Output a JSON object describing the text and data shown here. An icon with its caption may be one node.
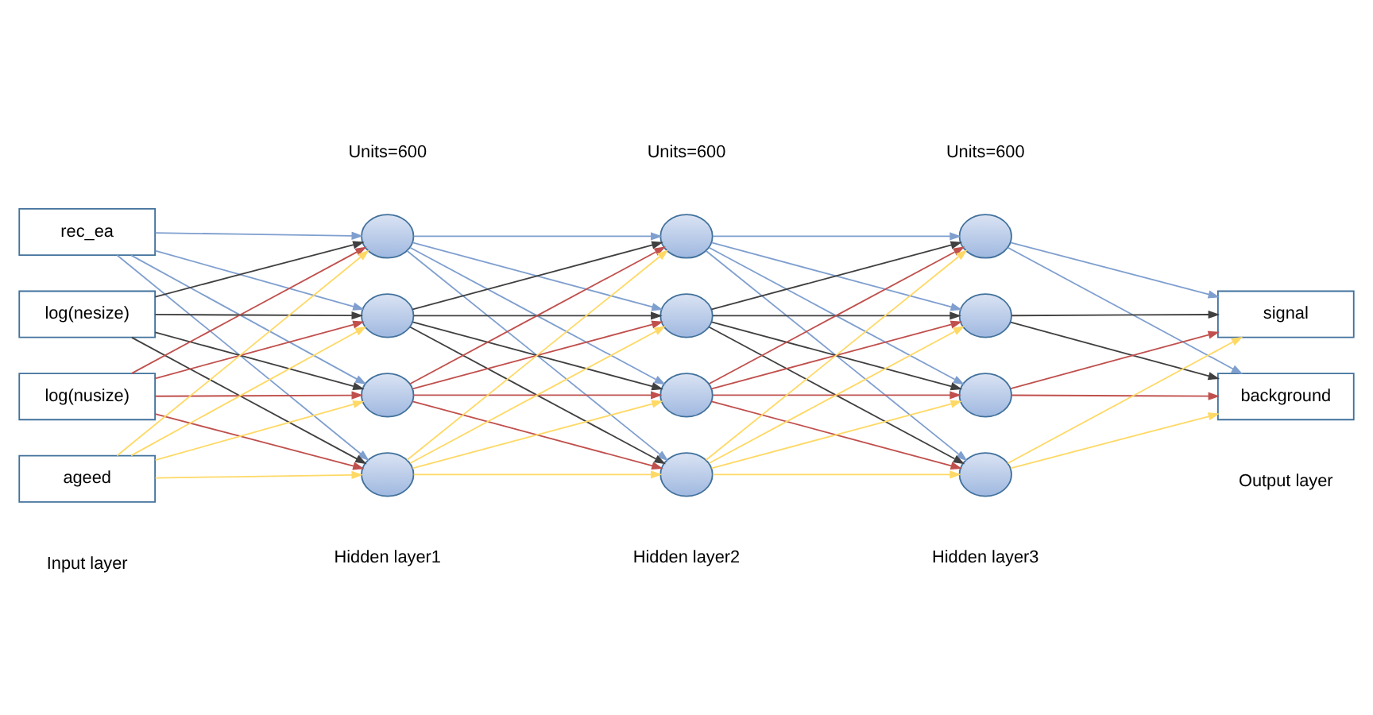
{
  "diagram": {
    "nodes": [
      {
        "text": [
          "rec_ea"
        ]
      },
      {
        "text": [
          "log(nesize)"
        ]
      },
      {
        "text": [
          "log(nusize)"
        ]
      },
      {
        "text": [
          "ageed"
        ]
      },
      {
        "text": [],
        "shape": "circle"
      },
      {
        "text": [],
        "shape": "circle"
      },
      {
        "text": [],
        "shape": "circle"
      },
      {
        "text": [],
        "shape": "circle"
      },
      {
        "text": [],
        "shape": "circle"
      },
      {
        "text": [],
        "shape": "circle"
      },
      {
        "text": [],
        "shape": "circle"
      },
      {
        "text": [],
        "shape": "circle"
      },
      {
        "text": [],
        "shape": "circle"
      },
      {
        "text": [],
        "shape": "circle"
      },
      {
        "text": [],
        "shape": "circle"
      },
      {
        "text": [],
        "shape": "circle"
      },
      {
        "text": [
          "signal"
        ]
      },
      {
        "text": [
          "background"
        ]
      }
    ],
    "edges": [
      {
        "from": 0,
        "to": 4,
        "arrow": "to",
        "color": "#7f9fcf"
      },
      {
        "from": 0,
        "to": 5,
        "arrow": "to",
        "color": "#7f9fcf"
      },
      {
        "from": 0,
        "to": 6,
        "arrow": "to",
        "color": "#7f9fcf"
      },
      {
        "from": 0,
        "to": 7,
        "arrow": "to",
        "color": "#7f9fcf"
      },
      {
        "from": 1,
        "to": 4,
        "arrow": "to",
        "color": "#404040"
      },
      {
        "from": 1,
        "to": 5,
        "arrow": "to",
        "color": "#404040"
      },
      {
        "from": 1,
        "to": 6,
        "arrow": "to",
        "color": "#404040"
      },
      {
        "from": 1,
        "to": 7,
        "arrow": "to",
        "color": "#404040"
      },
      {
        "from": 2,
        "to": 4,
        "arrow": "to",
        "color": "#c0504d"
      },
      {
        "from": 2,
        "to": 5,
        "arrow": "to",
        "color": "#c0504d"
      },
      {
        "from": 2,
        "to": 6,
        "arrow": "to",
        "color": "#c0504d"
      },
      {
        "from": 2,
        "to": 7,
        "arrow": "to",
        "color": "#c0504d"
      },
      {
        "from": 3,
        "to": 4,
        "arrow": "to",
        "color": "#ffd966"
      },
      {
        "from": 3,
        "to": 5,
        "arrow": "to",
        "color": "#ffd966"
      },
      {
        "from": 3,
        "to": 6,
        "arrow": "to",
        "color": "#ffd966"
      },
      {
        "from": 3,
        "to": 7,
        "arrow": "to",
        "color": "#ffd966"
      },
      {
        "from": 4,
        "to": 8,
        "arrow": "to",
        "color": "#7f9fcf"
      },
      {
        "from": 4,
        "to": 9,
        "arrow": "to",
        "color": "#7f9fcf"
      },
      {
        "from": 4,
        "to": 10,
        "arrow": "to",
        "color": "#7f9fcf"
      },
      {
        "from": 4,
        "to": 11,
        "arrow": "to",
        "color": "#7f9fcf"
      },
      {
        "from": 5,
        "to": 8,
        "arrow": "to",
        "color": "#404040"
      },
      {
        "from": 5,
        "to": 9,
        "arrow": "to",
        "color": "#404040"
      },
      {
        "from": 5,
        "to": 10,
        "arrow": "to",
        "color": "#404040"
      },
      {
        "from": 5,
        "to": 11,
        "arrow": "to",
        "color": "#404040"
      },
      {
        "from": 6,
        "to": 8,
        "arrow": "to",
        "color": "#c0504d"
      },
      {
        "from": 6,
        "to": 9,
        "arrow": "to",
        "color": "#c0504d"
      },
      {
        "from": 6,
        "to": 10,
        "arrow": "to",
        "color": "#c0504d"
      },
      {
        "from": 6,
        "to": 11,
        "arrow": "to",
        "color": "#c0504d"
      },
      {
        "from": 7,
        "to": 8,
        "arrow": "to",
        "color": "#ffd966"
      },
      {
        "from": 7,
        "to": 9,
        "arrow": "to",
        "color": "#ffd966"
      },
      {
        "from": 7,
        "to": 10,
        "arrow": "to",
        "color": "#ffd966"
      },
      {
        "from": 7,
        "to": 11,
        "arrow": "to",
        "color": "#ffd966"
      },
      {
        "from": 8,
        "to": 12,
        "arrow": "to",
        "color": "#7f9fcf"
      },
      {
        "from": 8,
        "to": 13,
        "arrow": "to",
        "color": "#7f9fcf"
      },
      {
        "from": 8,
        "to": 14,
        "arrow": "to",
        "color": "#7f9fcf"
      },
      {
        "from": 8,
        "to": 15,
        "arrow": "to",
        "color": "#7f9fcf"
      },
      {
        "from": 9,
        "to": 12,
        "arrow": "to",
        "color": "#404040"
      },
      {
        "from": 9,
        "to": 13,
        "arrow": "to",
        "color": "#404040"
      },
      {
        "from": 9,
        "to": 14,
        "arrow": "to",
        "color": "#404040"
      },
      {
        "from": 9,
        "to": 15,
        "arrow": "to",
        "color": "#404040"
      },
      {
        "from": 10,
        "to": 12,
        "arrow": "to",
        "color": "#c0504d"
      },
      {
        "from": 10,
        "to": 13,
        "arrow": "to",
        "color": "#c0504d"
      },
      {
        "from": 10,
        "to": 14,
        "arrow": "to",
        "color": "#c0504d"
      },
      {
        "from": 10,
        "to": 15,
        "arrow": "to",
        "color": "#c0504d"
      },
      {
        "from": 11,
        "to": 12,
        "arrow": "to",
        "color": "#ffd966"
      },
      {
        "from": 11,
        "to": 13,
        "arrow": "to",
        "color": "#ffd966"
      },
      {
        "from": 11,
        "to": 14,
        "arrow": "to",
        "color": "#ffd966"
      },
      {
        "from": 11,
        "to": 15,
        "arrow": "to",
        "color": "#ffd966"
      },
      {
        "from": 12,
        "to": 16,
        "arrow": "to",
        "color": "#7f9fcf"
      },
      {
        "from": 12,
        "to": 17,
        "arrow": "to",
        "color": "#7f9fcf"
      },
      {
        "from": 13,
        "to": 16,
        "arrow": "to",
        "color": "#404040"
      },
      {
        "from": 13,
        "to": 17,
        "arrow": "to",
        "color": "#404040"
      },
      {
        "from": 14,
        "to": 16,
        "arrow": "to",
        "color": "#c0504d"
      },
      {
        "from": 14,
        "to": 17,
        "arrow": "to",
        "color": "#c0504d"
      },
      {
        "from": 15,
        "to": 16,
        "arrow": "to",
        "color": "#ffd966"
      },
      {
        "from": 15,
        "to": 17,
        "arrow": "to",
        "color": "#ffd966"
      }
    ],
    "labels": [
      "Units=600",
      "Units=600",
      "Units=600",
      "Input layer",
      "Hidden layer1",
      "Hidden layer2",
      "Hidden layer3",
      "Output layer"
    ]
  }
}
